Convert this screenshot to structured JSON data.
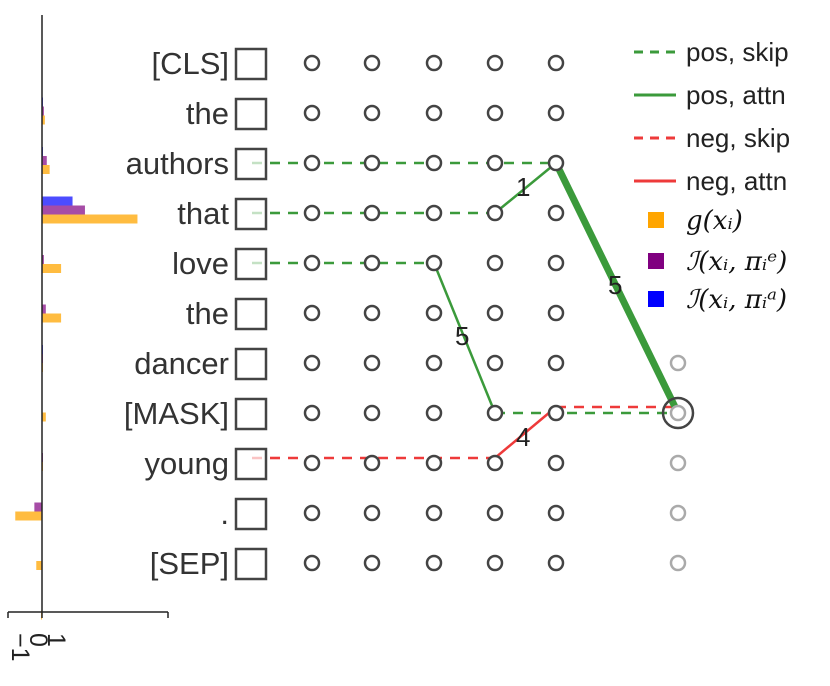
{
  "tokens": [
    "[CLS]",
    "the",
    "authors",
    "that",
    "love",
    "the",
    "dancer",
    "[MASK]",
    "young",
    ".",
    "[SEP]"
  ],
  "axis": {
    "tick_labels": [
      "1",
      "0",
      "−1"
    ]
  },
  "bars": [
    {
      "g": 0.0,
      "ie": 0.0,
      "ia": 0.0
    },
    {
      "g": 0.03,
      "ie": 0.02,
      "ia": 0.01
    },
    {
      "g": 0.08,
      "ie": 0.05,
      "ia": 0.01
    },
    {
      "g": 1.0,
      "ie": 0.45,
      "ia": 0.32
    },
    {
      "g": 0.2,
      "ie": 0.02,
      "ia": 0.0
    },
    {
      "g": 0.2,
      "ie": 0.04,
      "ia": 0.0
    },
    {
      "g": 0.01,
      "ie": 0.01,
      "ia": 0.01
    },
    {
      "g": 0.04,
      "ie": 0.0,
      "ia": 0.0
    },
    {
      "g": 0.01,
      "ie": 0.01,
      "ia": 0.0
    },
    {
      "g": -0.28,
      "ie": -0.08,
      "ia": 0.0
    },
    {
      "g": -0.06,
      "ie": 0.0,
      "ia": 0.0
    },
    {
      "g": -0.01,
      "ie": 0.0,
      "ia": 0.0
    }
  ],
  "legend": [
    {
      "label": "pos, skip",
      "style": "dashed",
      "color": "#3b9a3b"
    },
    {
      "label": "pos, attn",
      "style": "solid",
      "color": "#3b9a3b"
    },
    {
      "label": "neg, skip",
      "style": "dashed",
      "color": "#ee3a3a"
    },
    {
      "label": "neg, attn",
      "style": "solid",
      "color": "#ee3a3a"
    }
  ],
  "legend_markers": [
    {
      "label": "g(xᵢ)",
      "color": "#ffa500"
    },
    {
      "label": "ℐ(xᵢ, πᵢᵉ)",
      "color": "#800080"
    },
    {
      "label": "ℐ(xᵢ, πᵢᵃ)",
      "color": "#0000ff"
    }
  ],
  "edge_labels": [
    "1",
    "5",
    "5",
    "4"
  ],
  "colors": {
    "pos": "#3b9a3b",
    "neg": "#ee3a3a",
    "g": "#ffa500",
    "ie": "#800080",
    "ia": "#0000ff",
    "node": "#444444",
    "faded_node": "#aaaaaa"
  }
}
